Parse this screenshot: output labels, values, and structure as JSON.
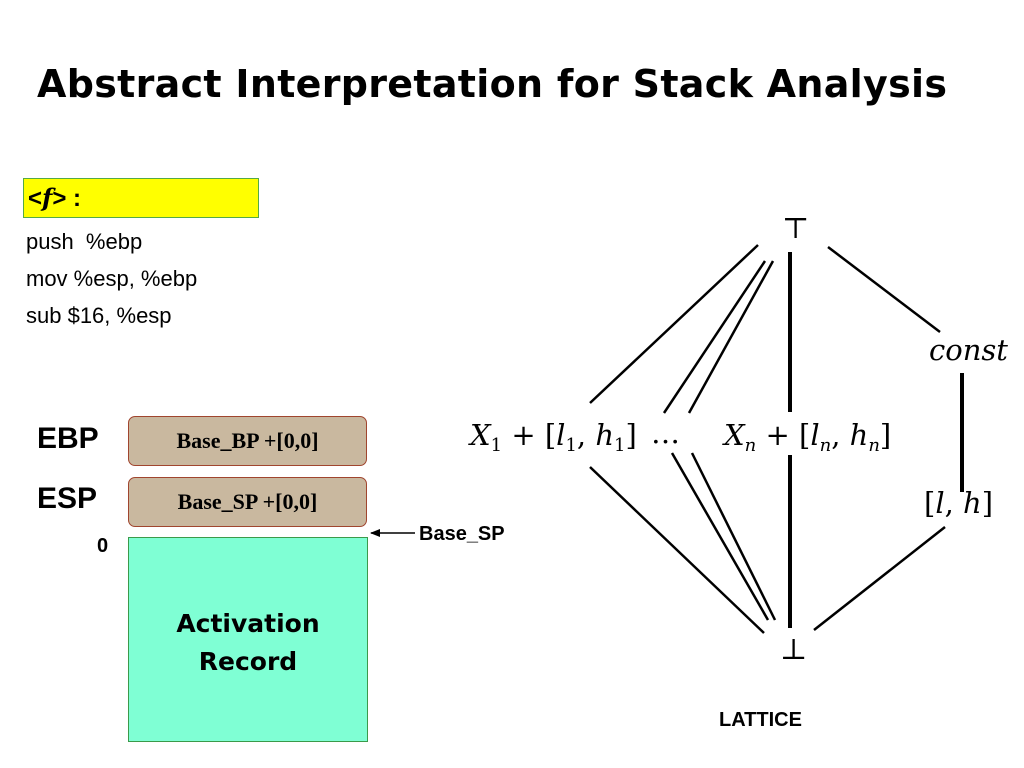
{
  "title": "Abstract Interpretation for Stack Analysis",
  "function_label": {
    "open": "<",
    "name": "f",
    "close": "> :"
  },
  "assembly": [
    "push  %ebp",
    "mov %esp, %ebp",
    "sub $16, %esp"
  ],
  "registers": {
    "ebp": {
      "label": "EBP",
      "value": "Base_BP +[0,0]"
    },
    "esp": {
      "label": "ESP",
      "value": "Base_SP +[0,0]"
    }
  },
  "stack": {
    "zero_label": "0",
    "base_pointer_label": "Base_SP",
    "activation_record": [
      "Activation",
      "Record"
    ]
  },
  "lattice": {
    "caption": "LATTICE",
    "top": "⊤",
    "bottom": "⊥",
    "left_node": {
      "var": "X",
      "sub": "1",
      "rest": " + [",
      "l": "l",
      "lsub": "1",
      "comma": ", ",
      "h": "h",
      "hsub": "1",
      "end": "]"
    },
    "ellipsis": "…",
    "middle_node": {
      "var": "X",
      "sub": "n",
      "rest": " + [",
      "l": "l",
      "lsub": "n",
      "comma": ", ",
      "h": "h",
      "hsub": "n",
      "end": "]"
    },
    "const_node": "const",
    "interval_node": {
      "open": "[",
      "l": "l",
      "comma": ", ",
      "h": "h",
      "close": "]"
    }
  },
  "colors": {
    "function_label_bg": "#ffff00",
    "register_box_bg": "#c9b89f",
    "register_box_border": "#a0452e",
    "activation_record_bg": "#7fffd4"
  }
}
